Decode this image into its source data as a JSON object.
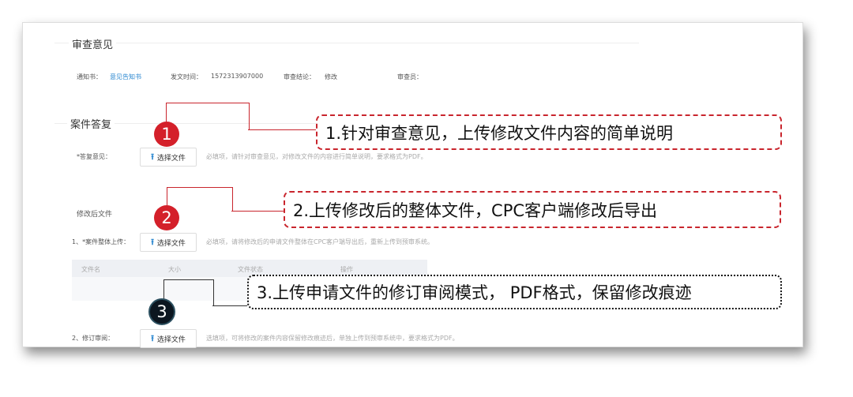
{
  "review": {
    "title": "审查意见",
    "notice_label": "通知书：",
    "notice_link": "意见告知书",
    "date_label": "发文时间：",
    "date_value": "1572313907000",
    "conclusion_label": "审查结论：",
    "conclusion_value": "修改",
    "examiner_label": "审查员："
  },
  "reply": {
    "title": "案件答复",
    "answer_label": "*答复意见：",
    "choose_file": "选择文件",
    "answer_hint": "必填项，请针对审查意见，对修改文件的内容进行简单说明，要求格式为PDF。",
    "modified_title": "修改后文件",
    "whole_label": "1、*案件整体上传：",
    "whole_hint": "必填项，请将修改后的申请文件整体在CPC客户端导出后，重新上传到预审系统。",
    "table_headers": [
      "文件名",
      "大小",
      "文件状态",
      "操作"
    ],
    "revision_label": "2、修订审阅：",
    "revision_hint": "选填项，可将修改的案件内容保留修改痕迹后，单独上传到预审系统中，要求格式为PDF。"
  },
  "annotations": [
    {
      "number": "1",
      "text": "1.针对审查意见，上传修改文件内容的简单说明"
    },
    {
      "number": "2",
      "text": "2.上传修改后的整体文件，CPC客户端修改后导出"
    },
    {
      "number": "3",
      "text": "3.上传申请文件的修订审阅模式， PDF格式，保留修改痕迹"
    }
  ],
  "colors": {
    "accent_red": "#c9252d",
    "link_blue": "#2a87d0"
  }
}
